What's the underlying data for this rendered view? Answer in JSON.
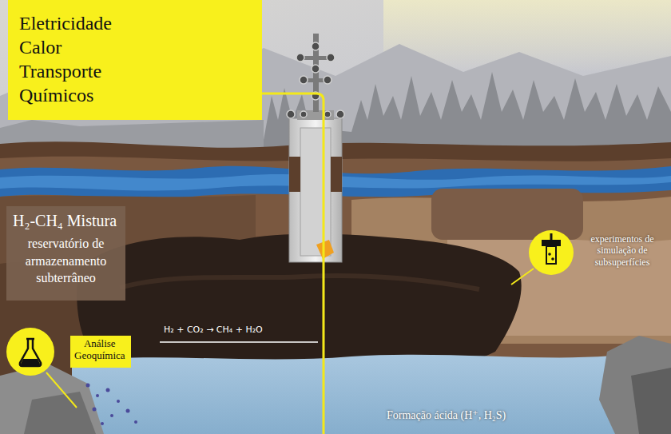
{
  "diagram": {
    "nodes": [
      {
        "text": [
          "Eletricidade Calor Transporte Químicos"
        ]
      },
      {
        "text": [
          "H₂-CH₄ Mistura",
          "reservatório de armazenamento subterrâneo"
        ]
      },
      {
        "text": [
          "Análise Geoquímica"
        ]
      }
    ],
    "labels": [
      "H₂ + CO₂ → CH₄ + H₂O",
      "experimentos de simulação de subsuperfícies",
      "Formação ácida (H⁺, H₂S)"
    ]
  }
}
